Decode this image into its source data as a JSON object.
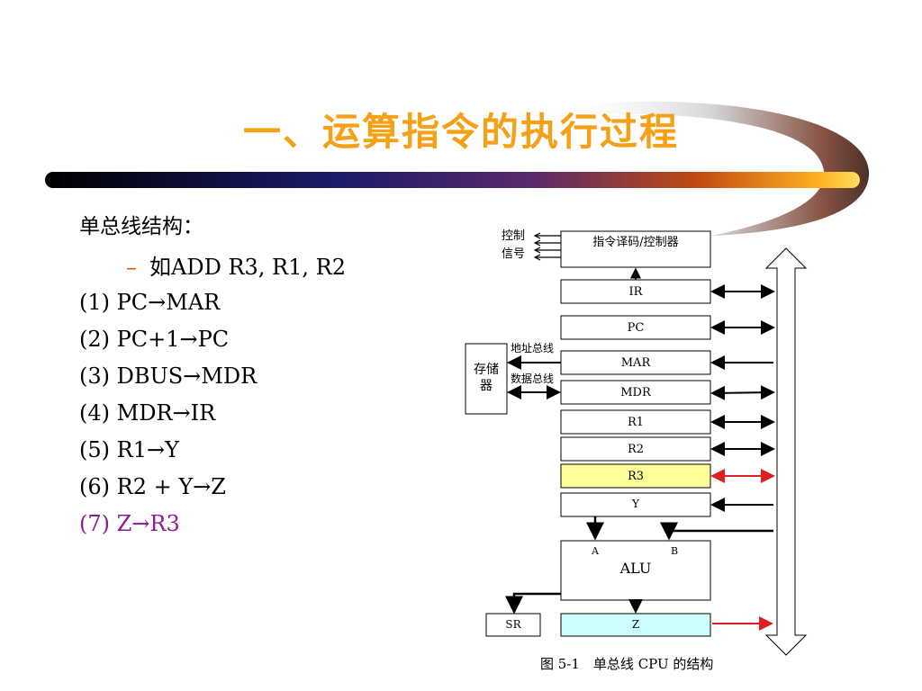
{
  "title": "一、运算指令的执行过程",
  "colors": {
    "title": "#f5a016",
    "highlight_step": "#8b1a9a",
    "r3_fill": "#ffff99",
    "z_fill": "#ccffff",
    "red_arrow": "#e02020"
  },
  "content": {
    "heading": "单总线结构：",
    "example": "如ADD R3, R1, R2",
    "steps": [
      "(1) PC→MAR",
      "(2) PC+1→PC",
      "(3) DBUS→MDR",
      "(4) MDR→IR",
      "(5) R1→Y",
      "(6) R2 + Y→Z",
      "(7) Z→R3"
    ]
  },
  "diagram": {
    "control_label_line1": "控制",
    "control_label_line2": "信号",
    "decoder": "指令译码/控制器",
    "ir": "IR",
    "pc": "PC",
    "memory_line1": "存储",
    "memory_line2": "器",
    "address_bus": "地址总线",
    "data_bus": "数据总线",
    "mar": "MAR",
    "mdr": "MDR",
    "r1": "R1",
    "r2": "R2",
    "r3": "R3",
    "y": "Y",
    "alu": "ALU",
    "alu_a": "A",
    "alu_b": "B",
    "sr": "SR",
    "z": "Z",
    "caption": "图 5-1　单总线 CPU 的结构"
  }
}
